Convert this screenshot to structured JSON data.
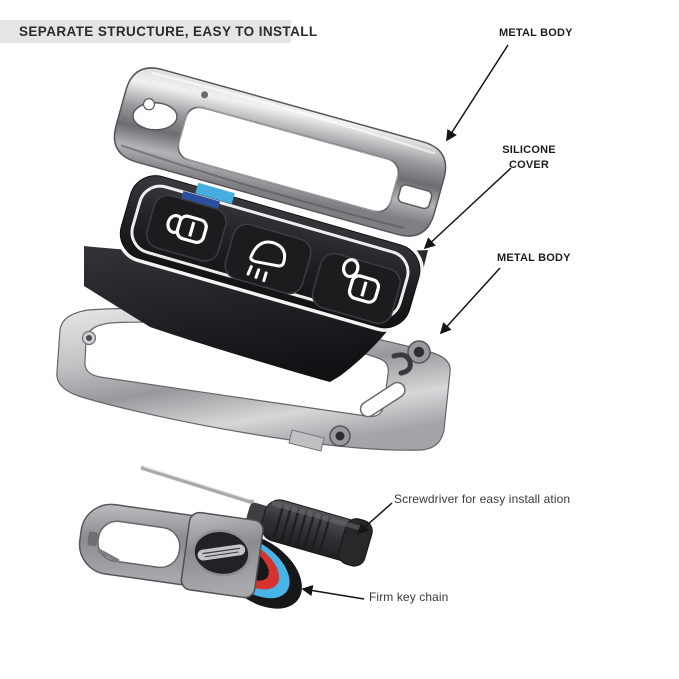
{
  "header": {
    "title": "SEPARATE STRUCTURE, EASY TO INSTALL"
  },
  "annotations": {
    "metal_body_top": "METAL BODY",
    "silicone_cover_line1": "SILICONE",
    "silicone_cover_line2": "COVER",
    "metal_body_bottom": "METAL BODY",
    "screwdriver": "Screwdriver for easy install ation",
    "key_chain": "Firm key chain"
  },
  "icons": {
    "button_1": "lock-icon",
    "button_2": "trunk-icon",
    "button_3": "unlock-icon"
  },
  "colors": {
    "title_bar_bg": "#e5e5e5",
    "title_text": "#2b2b2b",
    "label_text": "#1d1d1d",
    "arrow": "#151515",
    "stripe_light_blue": "#45aede",
    "stripe_dark_blue": "#2a4fa0",
    "stripe_red": "#cc2a2e",
    "strap_blue": "#47b3e6",
    "strap_red": "#d63330",
    "strap_black": "#17171a",
    "silicone_black": "#1d1d21",
    "chrome_mid": "#9fa0a3",
    "silver_mid": "#b5b6b8",
    "button_icon_white": "#ffffff"
  }
}
